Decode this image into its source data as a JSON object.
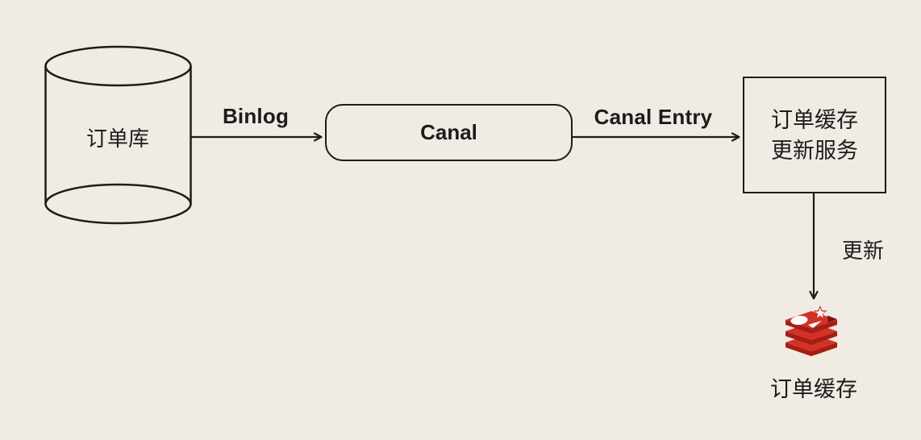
{
  "colors": {
    "canvas_bg": "#f0ebe3",
    "ink": "#1c1c1c",
    "white": "#ffffff",
    "redis_red": "#d2312a",
    "redis_dark_red": "#a41e11",
    "redis_notch": "#7c150d"
  },
  "nodes": {
    "database": {
      "shape": "cylinder",
      "label": "订单库"
    },
    "canal": {
      "shape": "rounded-rect",
      "label": "Canal"
    },
    "service": {
      "shape": "rect",
      "label_line1": "订单缓存",
      "label_line2": "更新服务"
    },
    "cache": {
      "icon": "redis-icon",
      "label": "订单缓存"
    }
  },
  "edges": {
    "binlog": {
      "from": "订单库",
      "to": "Canal",
      "label": "Binlog"
    },
    "canal_entry": {
      "from": "Canal",
      "to": "订单缓存更新服务",
      "label": "Canal Entry"
    },
    "update": {
      "from": "订单缓存更新服务",
      "to": "订单缓存",
      "label": "更新"
    }
  }
}
